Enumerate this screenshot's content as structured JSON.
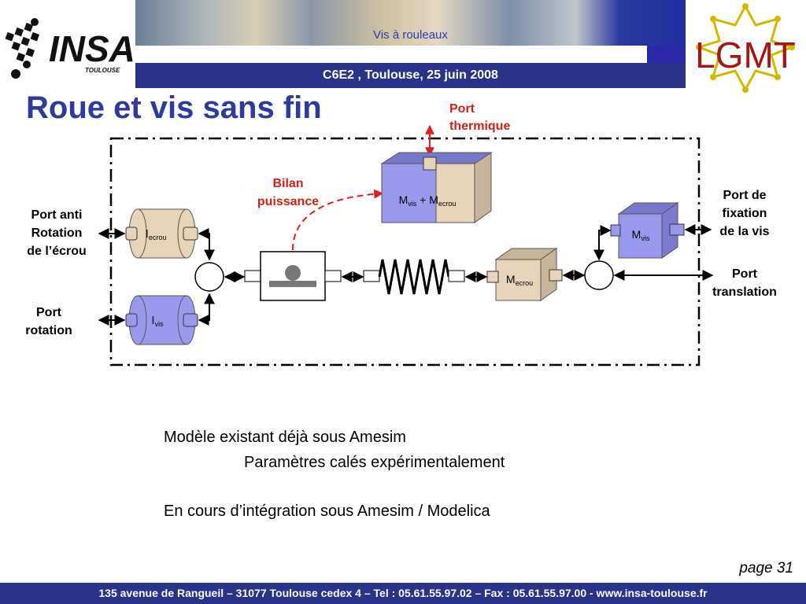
{
  "header": {
    "banner_title": "Vis à rouleaux",
    "conference": "C6E2 , Toulouse, 25 juin 2008",
    "insa_logo": {
      "name": "INSA",
      "sub": "TOULOUSE"
    },
    "lgmt_logo": "LGMT"
  },
  "slide": {
    "title": "Roue et vis sans fin"
  },
  "diagram": {
    "labels": {
      "port_thermique": [
        "Port",
        "thermique"
      ],
      "bilan_puissance": [
        "Bilan",
        "puissance"
      ],
      "port_anti_rotation": [
        "Port anti",
        "Rotation",
        "de l’écrou"
      ],
      "port_rotation": [
        "Port",
        "rotation"
      ],
      "port_fixation": [
        "Port de",
        "fixation",
        "de la vis"
      ],
      "port_translation": [
        "Port",
        "translation"
      ]
    },
    "blocks": {
      "i_ecrou": {
        "main": "I",
        "sub": "ecrou"
      },
      "i_vis": {
        "main": "I",
        "sub": "vis"
      },
      "m_vis_m_ecrou": {
        "main1": "M",
        "sub1": "vis",
        "plus": " + ",
        "main2": "M",
        "sub2": "ecrou"
      },
      "m_ecrou": {
        "main": "M",
        "sub": "ecrou"
      },
      "m_vis": {
        "main": "M",
        "sub": "vis"
      }
    },
    "colors": {
      "blue_block": "#9999ee",
      "tan_block": "#e8d4b8",
      "red_arrow": "#e02020",
      "frame": "#000000"
    }
  },
  "body": {
    "lines": [
      "Modèle existant déjà sous Amesim",
      "Paramètres calés expérimentalement",
      "En cours d’intégration sous Amesim / Modelica"
    ]
  },
  "page": "page 31",
  "footer": "135 avenue de Rangueil – 31077 Toulouse cedex 4 – Tel : 05.61.55.97.02 – Fax : 05.61.55.97.00 - www.insa-toulouse.fr"
}
